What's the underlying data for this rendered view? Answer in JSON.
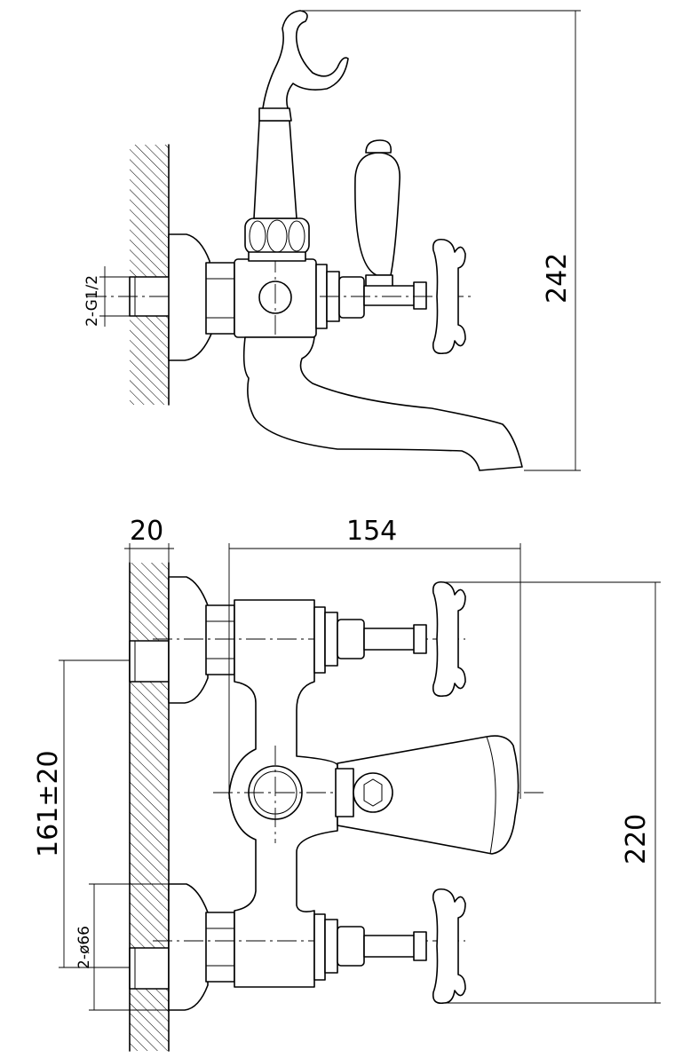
{
  "dimensions": {
    "height_total": "242",
    "thread_size": "2-G1/2",
    "wall_offset": "20",
    "projection": "154",
    "center_distance": "161±20",
    "flange_diameter": "2-ø66",
    "overall_width": "220"
  }
}
